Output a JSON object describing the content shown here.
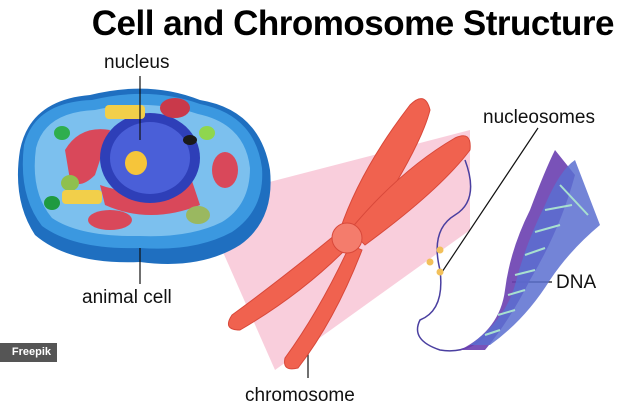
{
  "title": "Cell and Chromosome Structure",
  "labels": {
    "nucleus": "nucleus",
    "animal_cell": "animal cell",
    "chromosome": "chromosome",
    "nucleosomes": "nucleosomes",
    "dna": "DNA"
  },
  "watermark": "Freepik",
  "colors": {
    "cell_blue": "#2f8fd8",
    "cytoplasm": "#6fb8ea",
    "nucleus": "#3b4fc9",
    "nucleolus": "#f6c53a",
    "organelle_red": "#d94a58",
    "chromosome": "#f0624f",
    "zoom_cone": "#f8c6d6",
    "dna_purple": "#6a3fb0",
    "dna_blue": "#5a6fd0",
    "dna_rung": "#a8e0cf"
  }
}
